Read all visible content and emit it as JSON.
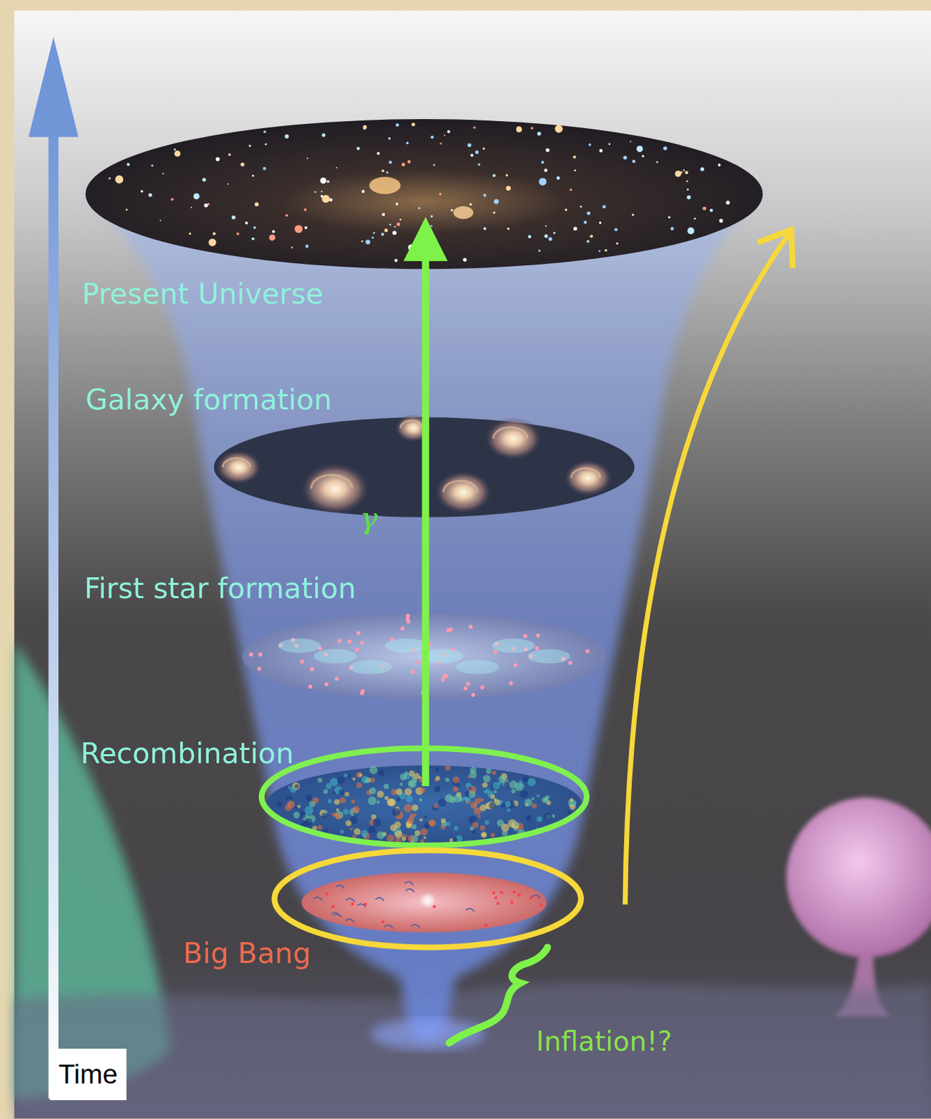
{
  "diagram": {
    "labels": [
      "Present Universe",
      "Galaxy formation",
      "γ",
      "First star formation",
      "Recombination",
      "Big Bang",
      "Inflation!?",
      "Time"
    ]
  }
}
